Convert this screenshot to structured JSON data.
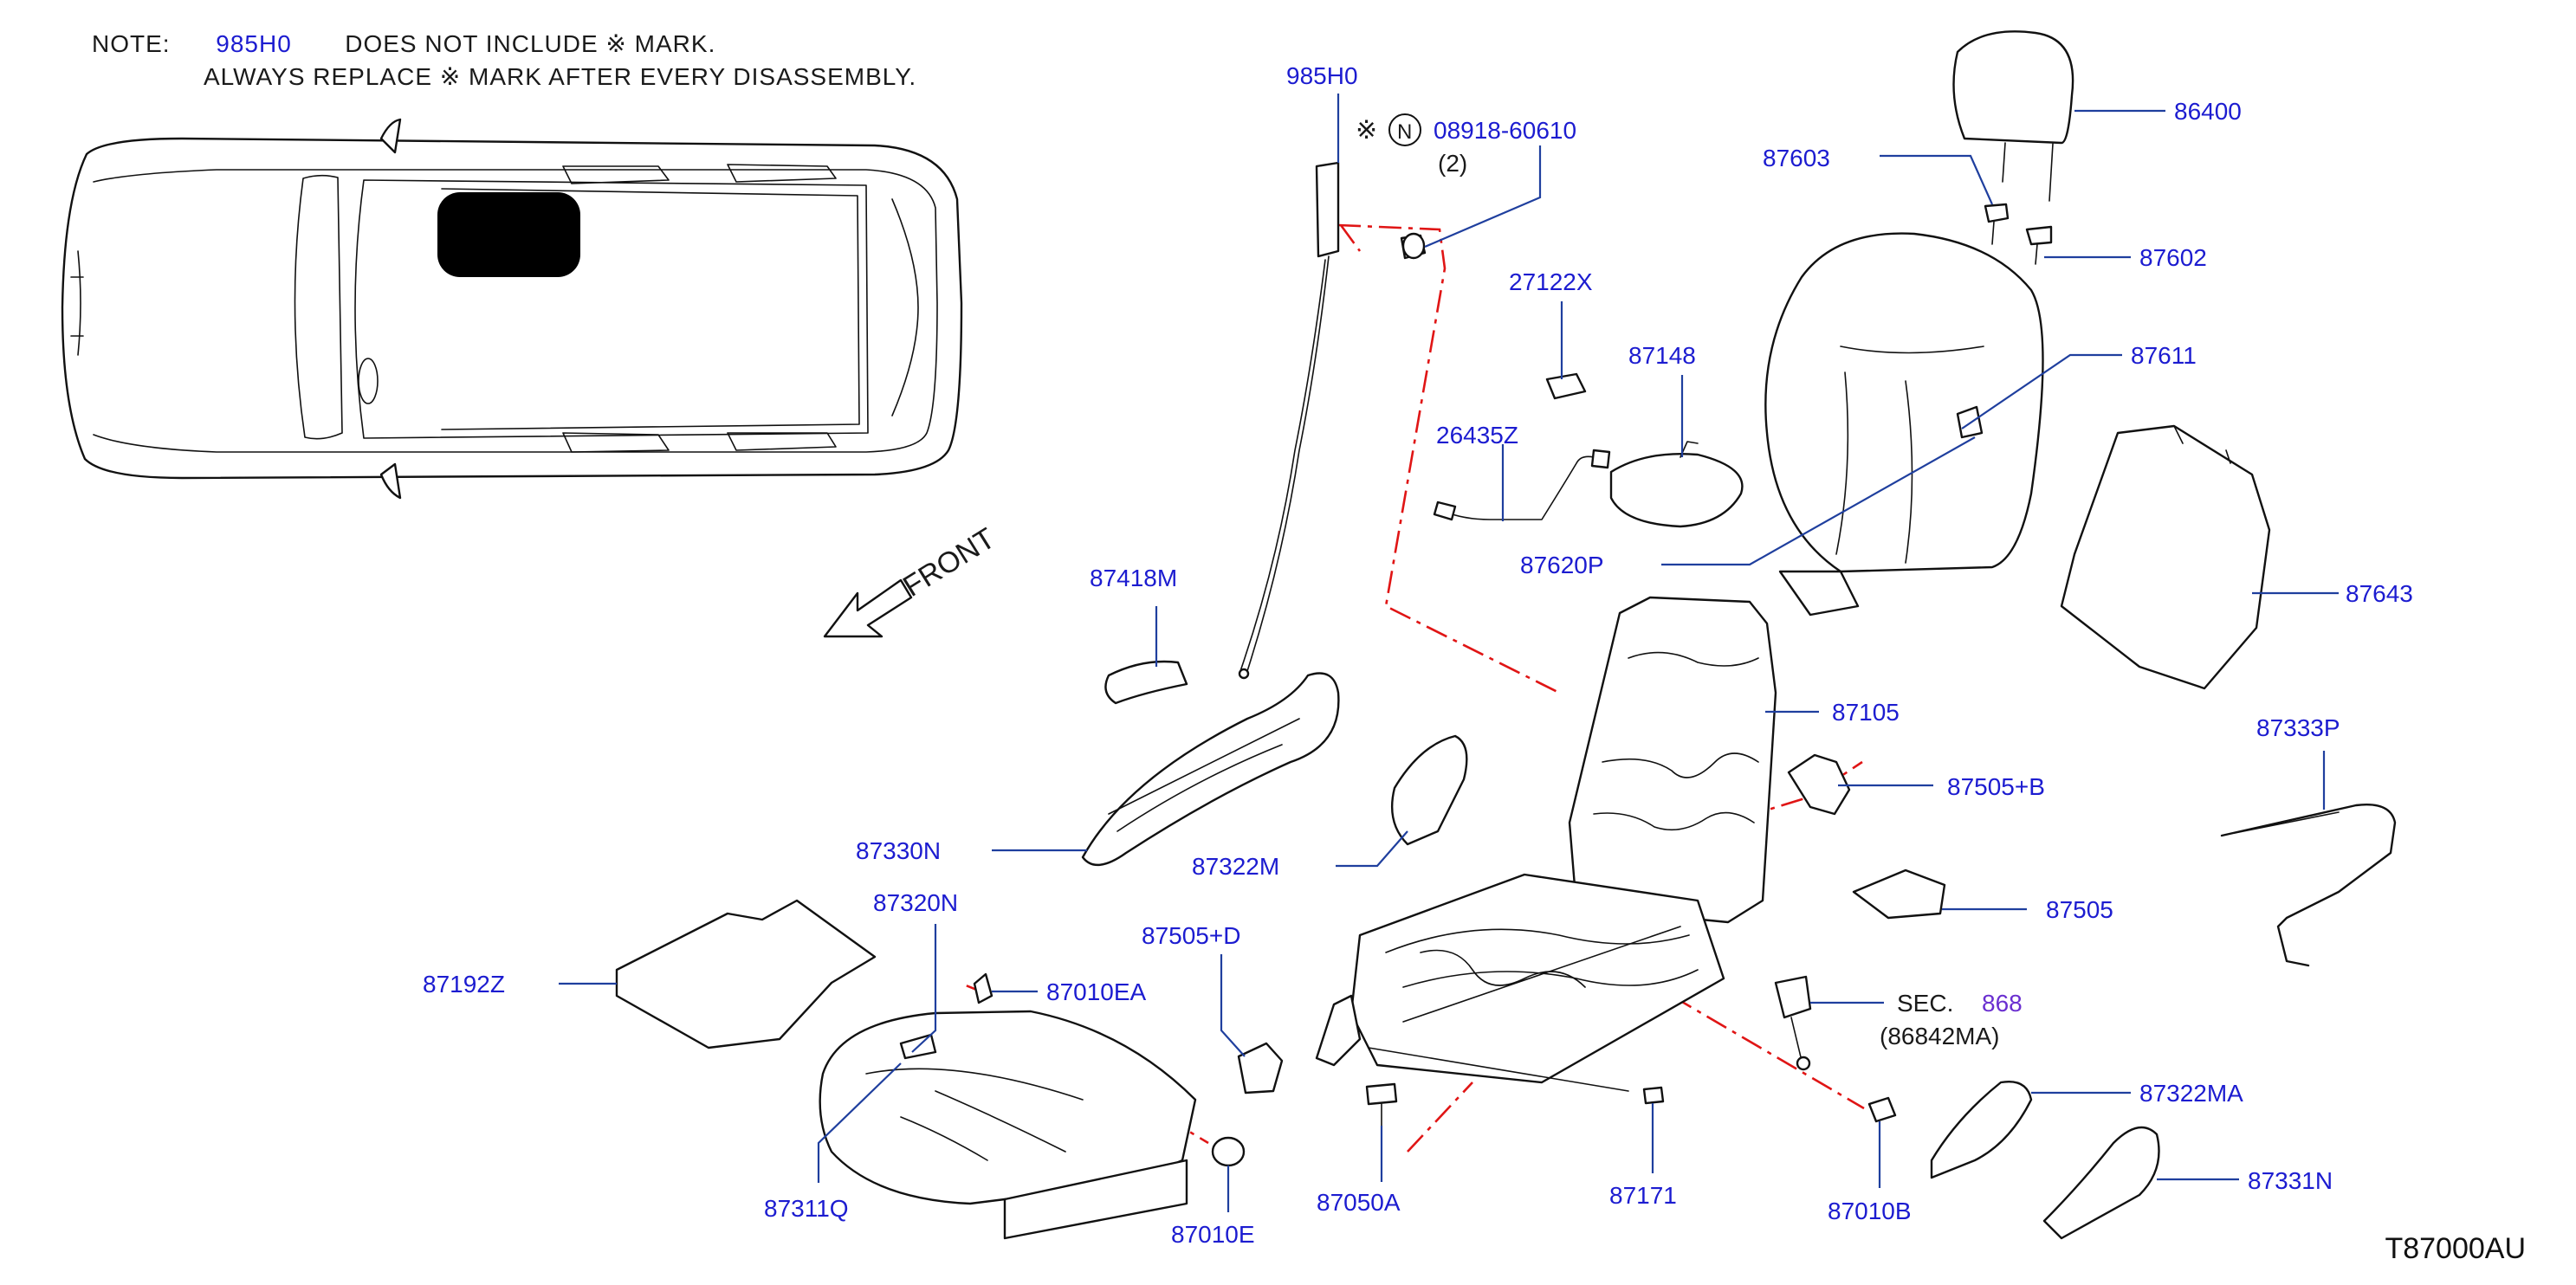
{
  "note": {
    "prefix": "NOTE:",
    "part": "985H0",
    "line1_rest": "DOES   NOT   INCLUDE        ※  MARK.",
    "line2": "ALWAYS   REPLACE        ※  MARK   AFTER   EVERY   DISASSEMBLY."
  },
  "front_label": "FRONT",
  "diagram_code": "T87000AU",
  "callouts": {
    "p985H0": "985H0",
    "p08918": "08918-60610",
    "qty2": "(2)",
    "n_mark": "N",
    "p86400": "86400",
    "p87603": "87603",
    "p87602": "87602",
    "p27122X": "27122X",
    "p87148": "87148",
    "p87611": "87611",
    "p26435Z": "26435Z",
    "p87620P": "87620P",
    "p87643": "87643",
    "p87418M": "87418M",
    "p87105": "87105",
    "p87333P": "87333P",
    "p87505B": "87505+B",
    "p87330N": "87330N",
    "p87322M": "87322M",
    "p87505": "87505",
    "p87320N": "87320N",
    "p87192Z": "87192Z",
    "p87010EA": "87010EA",
    "p87505D": "87505+D",
    "sec": "SEC.",
    "sec_num": "868",
    "sec_ref": "(86842MA)",
    "p87322MA": "87322MA",
    "p87331N": "87331N",
    "p87311Q": "87311Q",
    "p87010E": "87010E",
    "p87050A": "87050A",
    "p87171": "87171",
    "p87010B": "87010B"
  }
}
